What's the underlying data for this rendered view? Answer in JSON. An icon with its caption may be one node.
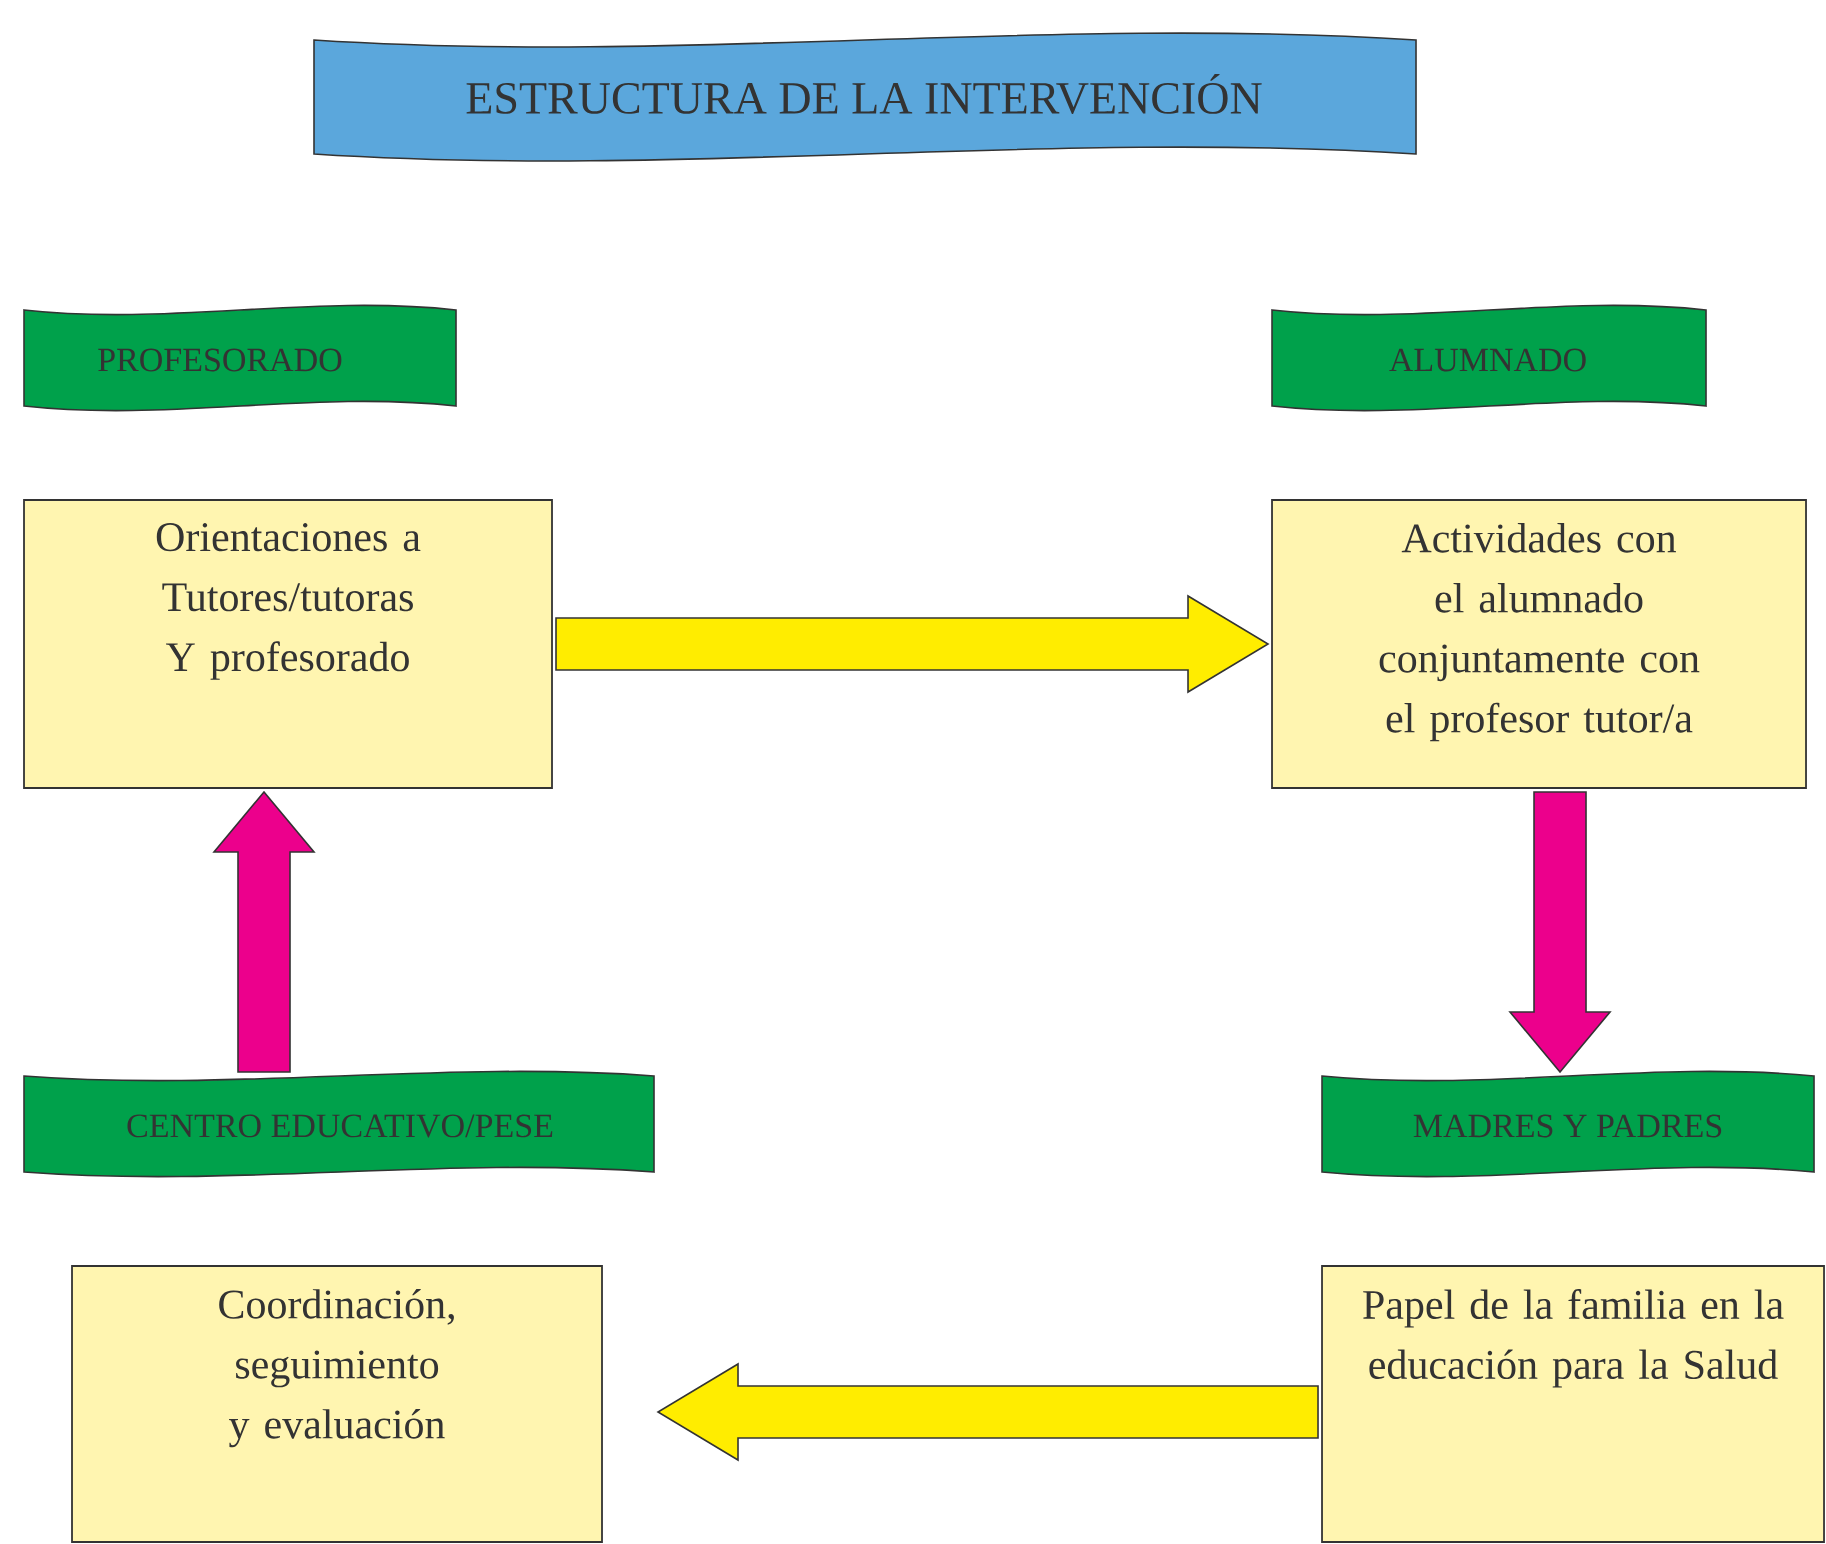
{
  "diagram": {
    "title": "ESTRUCTURA DE LA INTERVENCIÓN",
    "nodes": [
      {
        "text": [
          "PROFESORADO",
          "Orientaciones a Tutores/tutoras Y profesorado"
        ]
      },
      {
        "text": [
          "ALUMNADO",
          "Actividades con el alumnado conjuntamente con el profesor tutor/a"
        ]
      },
      {
        "text": [
          "CENTRO EDUCATIVO/PESE",
          "Coordinación, seguimiento y evaluación"
        ]
      },
      {
        "text": [
          "MADRES Y PADRES",
          "Papel de la familia en la educación para la Salud"
        ]
      }
    ],
    "edges": [
      {
        "from": 0,
        "to": 1,
        "arrow": "to",
        "color": "#ffed00"
      },
      {
        "from": 1,
        "to": 3,
        "arrow": "to",
        "color": "#ec008c"
      },
      {
        "from": 3,
        "to": 2,
        "arrow": "to",
        "color": "#ffed00"
      },
      {
        "from": 2,
        "to": 0,
        "arrow": "to",
        "color": "#ec008c"
      }
    ]
  }
}
